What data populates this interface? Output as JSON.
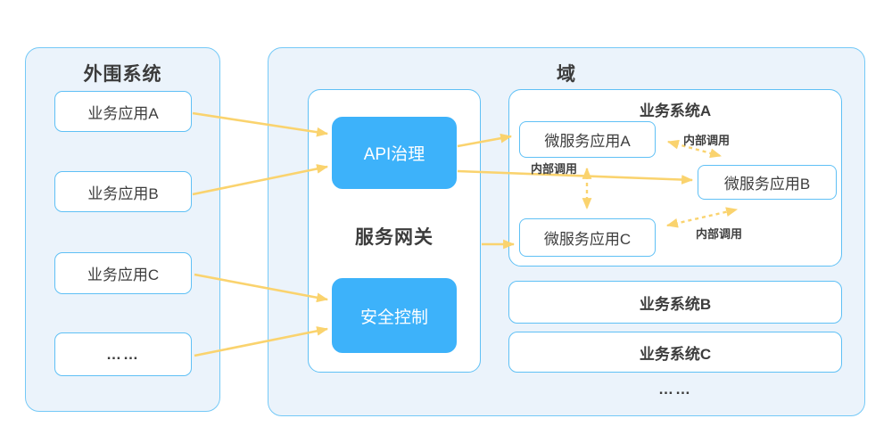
{
  "peripheral": {
    "title": "外围系统",
    "items": [
      "业务应用A",
      "业务应用B",
      "业务应用C",
      "……"
    ]
  },
  "domain": {
    "title": "域",
    "gateway": {
      "title": "服务网关",
      "modules": [
        "API治理",
        "安全控制"
      ]
    },
    "system_a": {
      "title": "业务系统A",
      "services": [
        "微服务应用A",
        "微服务应用B",
        "微服务应用C"
      ],
      "call_labels": [
        "内部调用",
        "内部调用",
        "内部调用"
      ]
    },
    "systems": [
      "业务系统B",
      "业务系统C"
    ],
    "ellipsis": "……"
  },
  "colors": {
    "accent_blue": "#3DB2FA",
    "panel_border": "#74C9F7",
    "panel_fill": "#EBF3FB",
    "box_border": "#5FC0F5",
    "arrow": "#FAD36E",
    "text_dark": "#3D3D3D"
  }
}
